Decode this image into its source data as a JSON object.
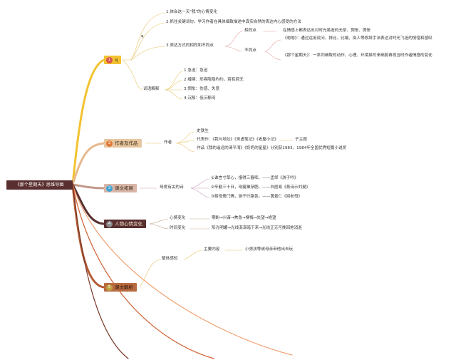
{
  "root": "《那个星期天》思维导图",
  "colors": {
    "yellow": "#f2c230",
    "orange": "#e7b98c",
    "blue": "#c19a8a",
    "dark": "#5a2f2f",
    "red": "#b45a34"
  },
  "b1": {
    "num": "1",
    "label": "q",
    "sub": "q",
    "items": [
      "1.体会这一天\"我\"的心情变化",
      "2.抓住关键词句，学习作者在具体细致描述中真实自然的表达内心感受的方法",
      "3.表达方式的相同和不同点"
    ],
    "same": {
      "label": "相同点",
      "text": "在情感上都表达出对时光易逝的无奈、惆怅、惆怅"
    },
    "diff": {
      "label": "不同点",
      "a": "《匆匆》：通过运用设问、排比、比喻、拟人等修辞手法表达对时光飞逝的惋惜和感叹",
      "b": "《那个星期天》：一系列细致的动作、心理、环境描写来细腻再现当时作者情感的变化"
    },
    "words_label": "词语解释",
    "words": [
      "1.急迫：急迫",
      "2.缠绵：形容隐隐约约，若有若无",
      "3.惆怅：伤感、失意",
      "4.沉郁：低沉郁闷"
    ]
  },
  "b2": {
    "num": "2",
    "label": "作者及作品",
    "sub": "作者",
    "name": "史铁生",
    "works": "代表作：《我与地坛》《务虚笔记》《老屋小记》",
    "works_tag": "子主题",
    "award": "作品《我的遥远的清平湾》《奶奶的星星》分别获1983、1984年全国优秀短篇小说奖"
  },
  "b3": {
    "num": "3",
    "label": "课文拓展",
    "sub": "母爱有关的诗",
    "poems": [
      "①谁言寸草心，报得三春晖。——孟郊《游子吟》",
      "②辛勤三十日，母瘦雏渐肥。——白居易《燕诗示刘叟》",
      "③慈母倚门情，游子行路苦。——黄景仁《别老母》"
    ]
  },
  "b4": {
    "num": "4",
    "label": "人物心情变化",
    "mood_label": "心情变化",
    "mood": "期盼→兴奋→焦急→懊悔→失望→绝望",
    "time_label": "时间变化",
    "time": "阳光明媚→光线渐渐暗下来→光线正无可挽回地消逝"
  },
  "b5": {
    "num": "5",
    "label": "课文解析",
    "sub": "整体感知",
    "main_label": "主要内容",
    "main": "小男孩等候母亲带他出去玩"
  }
}
